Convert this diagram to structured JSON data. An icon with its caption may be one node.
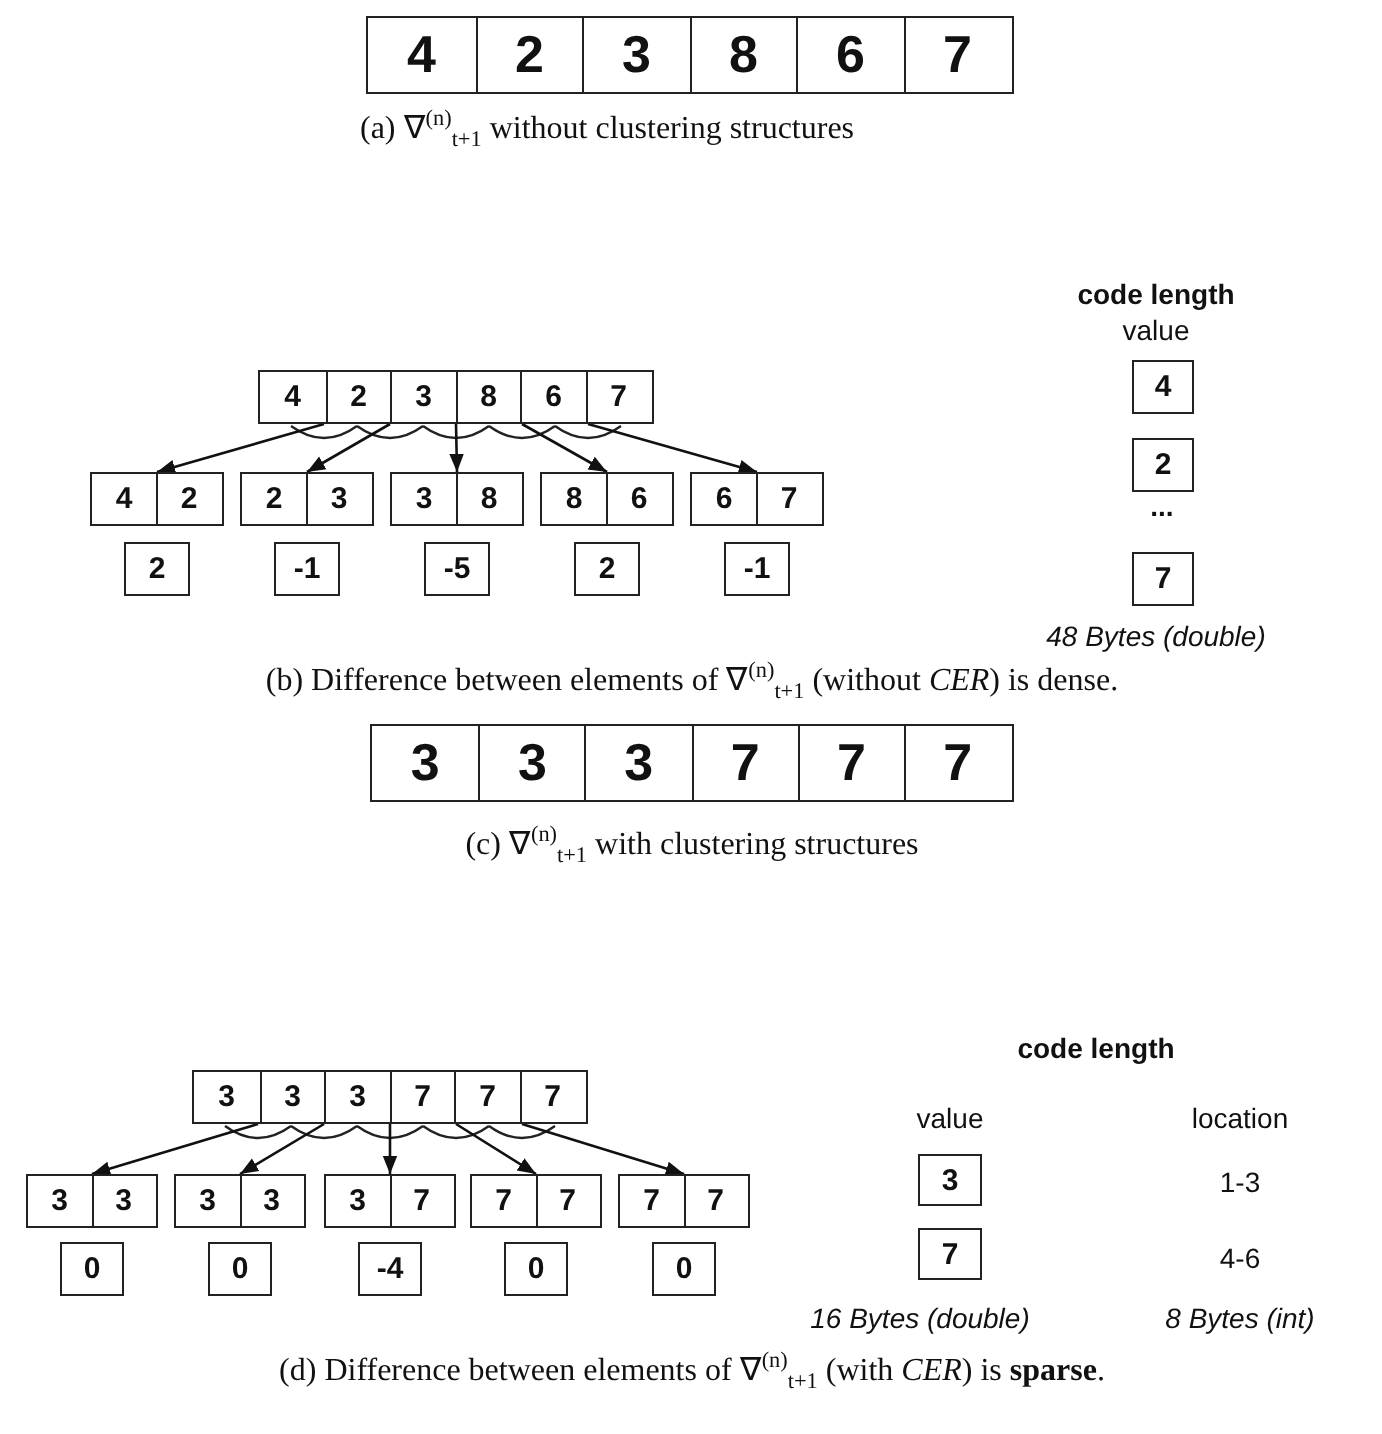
{
  "diagram": {
    "nodes": [
      {
        "text": [],
        "shape": "box"
      },
      {
        "text": [
          "4"
        ],
        "in": 0
      },
      {
        "text": [
          "2"
        ],
        "in": 0
      },
      {
        "text": [
          "3"
        ],
        "in": 0
      },
      {
        "text": [
          "8"
        ],
        "in": 0
      },
      {
        "text": [
          "6"
        ],
        "in": 0
      },
      {
        "text": [
          "7"
        ],
        "in": 0
      },
      {
        "text": [],
        "shape": "box"
      },
      {
        "text": [
          "4"
        ],
        "in": 7
      },
      {
        "text": [
          "2"
        ],
        "in": 7
      },
      {
        "text": [
          "3"
        ],
        "in": 7
      },
      {
        "text": [
          "8"
        ],
        "in": 7
      },
      {
        "text": [
          "6"
        ],
        "in": 7
      },
      {
        "text": [
          "7"
        ],
        "in": 7
      },
      {
        "text": [],
        "shape": "box"
      },
      {
        "text": [
          "4"
        ],
        "in": 14
      },
      {
        "text": [
          "2"
        ],
        "in": 14
      },
      {
        "text": [],
        "shape": "box"
      },
      {
        "text": [
          "2"
        ],
        "in": 17
      },
      {
        "text": [
          "3"
        ],
        "in": 17
      },
      {
        "text": [],
        "shape": "box"
      },
      {
        "text": [
          "3"
        ],
        "in": 20
      },
      {
        "text": [
          "8"
        ],
        "in": 20
      },
      {
        "text": [],
        "shape": "box"
      },
      {
        "text": [
          "8"
        ],
        "in": 23
      },
      {
        "text": [
          "6"
        ],
        "in": 23
      },
      {
        "text": [],
        "shape": "box"
      },
      {
        "text": [
          "6"
        ],
        "in": 26
      },
      {
        "text": [
          "7"
        ],
        "in": 26
      },
      {
        "text": [
          "2"
        ]
      },
      {
        "text": [
          "-1"
        ]
      },
      {
        "text": [
          "-5"
        ]
      },
      {
        "text": [
          "2"
        ]
      },
      {
        "text": [
          "-1"
        ]
      },
      {
        "text": [
          "4"
        ]
      },
      {
        "text": [
          "2"
        ]
      },
      {
        "text": [
          "7"
        ]
      },
      {
        "text": [],
        "shape": "box"
      },
      {
        "text": [
          "3"
        ],
        "in": 37
      },
      {
        "text": [
          "3"
        ],
        "in": 37
      },
      {
        "text": [
          "3"
        ],
        "in": 37
      },
      {
        "text": [
          "7"
        ],
        "in": 37
      },
      {
        "text": [
          "7"
        ],
        "in": 37
      },
      {
        "text": [
          "7"
        ],
        "in": 37
      },
      {
        "text": [],
        "shape": "box"
      },
      {
        "text": [
          "3"
        ],
        "in": 44
      },
      {
        "text": [
          "3"
        ],
        "in": 44
      },
      {
        "text": [
          "3"
        ],
        "in": 44
      },
      {
        "text": [
          "7"
        ],
        "in": 44
      },
      {
        "text": [
          "7"
        ],
        "in": 44
      },
      {
        "text": [
          "7"
        ],
        "in": 44
      },
      {
        "text": [],
        "shape": "box"
      },
      {
        "text": [
          "3"
        ],
        "in": 51
      },
      {
        "text": [
          "3"
        ],
        "in": 51
      },
      {
        "text": [],
        "shape": "box"
      },
      {
        "text": [
          "3"
        ],
        "in": 54
      },
      {
        "text": [
          "3"
        ],
        "in": 54
      },
      {
        "text": [],
        "shape": "box"
      },
      {
        "text": [
          "3"
        ],
        "in": 57
      },
      {
        "text": [
          "7"
        ],
        "in": 57
      },
      {
        "text": [],
        "shape": "box"
      },
      {
        "text": [
          "7"
        ],
        "in": 60
      },
      {
        "text": [
          "7"
        ],
        "in": 60
      },
      {
        "text": [],
        "shape": "box"
      },
      {
        "text": [
          "7"
        ],
        "in": 63
      },
      {
        "text": [
          "7"
        ],
        "in": 63
      },
      {
        "text": [
          "0"
        ]
      },
      {
        "text": [
          "0"
        ]
      },
      {
        "text": [
          "-4"
        ]
      },
      {
        "text": [
          "0"
        ]
      },
      {
        "text": [
          "0"
        ]
      },
      {
        "text": [
          "3"
        ]
      },
      {
        "text": [
          "7"
        ]
      }
    ],
    "edges": [
      {
        "from": 7,
        "to": 14,
        "arrow": "to"
      },
      {
        "from": 7,
        "to": 17,
        "arrow": "to"
      },
      {
        "from": 7,
        "to": 20,
        "arrow": "to"
      },
      {
        "from": 7,
        "to": 23,
        "arrow": "to"
      },
      {
        "from": 7,
        "to": 26,
        "arrow": "to"
      },
      {
        "from": 44,
        "to": 51,
        "arrow": "to"
      },
      {
        "from": 44,
        "to": 54,
        "arrow": "to"
      },
      {
        "from": 44,
        "to": 57,
        "arrow": "to"
      },
      {
        "from": 44,
        "to": 60,
        "arrow": "to"
      },
      {
        "from": 44,
        "to": 63,
        "arrow": "to"
      }
    ],
    "labels": [
      "(a) ∇$^{(n)}$$_{t+1}$ without clustering structures",
      "code length",
      "value",
      "...",
      "48 Bytes (double)",
      "(b) Difference between elements of ∇$^{(n)}$$_{t+1}$ (without *CER*) is dense.",
      "(c) ∇$^{(n)}$$_{t+1}$ with clustering structures",
      "code length",
      "value",
      "location",
      "1-3",
      "4-6",
      "16 Bytes (double)",
      "8 Bytes (int)",
      "(d) Difference between elements of ∇$^{(n)}$$_{t+1}$ (with *CER*) is **sparse**."
    ]
  }
}
